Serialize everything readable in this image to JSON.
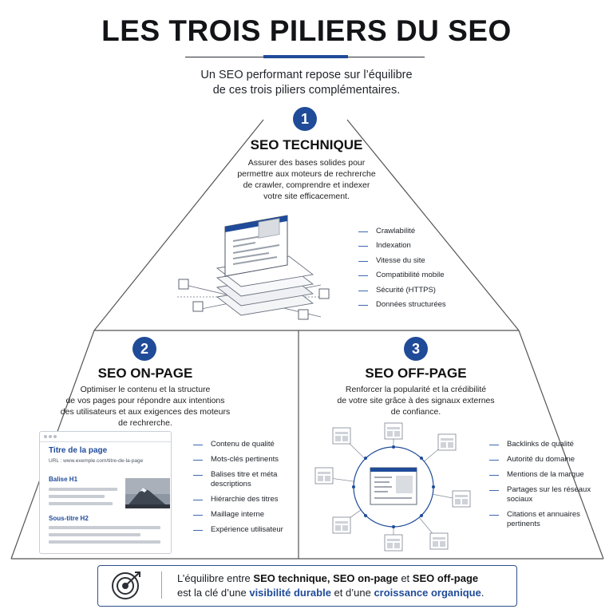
{
  "header": {
    "title": "LES TROIS PILIERS DU SEO",
    "subtitle_line1": "Un SEO performant repose sur l’équilibre",
    "subtitle_line2": "de ces trois piliers complémentaires."
  },
  "colors": {
    "accent": "#1f4b99",
    "text": "#1b1f24",
    "line": "#3d68b0"
  },
  "technique": {
    "number": "1",
    "title": "SEO TECHNIQUE",
    "desc_lines": [
      "Assurer des bases solides pour",
      "permettre aux moteurs de rechrerche",
      "de crawler, comprendre et indexer",
      "votre site efficacement."
    ],
    "items": [
      "Crawlabilité",
      "Indexation",
      "Vitesse du site",
      "Compatibilité mobile",
      "Sécurité (HTTPS)",
      "Données structurées"
    ]
  },
  "onpage": {
    "number": "2",
    "title": "SEO ON-PAGE",
    "desc_lines": [
      "Optimiser le contenu et la structure",
      "de vos pages pour répondre aux intentions",
      "des utilisateurs et aux exigences des moteurs",
      "de rechrerche."
    ],
    "items": [
      "Contenu de qualité",
      "Mots-clés pertinents",
      "Balises titre et méta descriptions",
      "Hiérarchie des titres",
      "Maillage interne",
      "Expérience utilisateur"
    ],
    "card": {
      "page_title": "Titre de la page",
      "url": "URL : www.exemple.com/titre-de-la-page",
      "h1": "Balise H1",
      "h2": "Sous-titre H2"
    }
  },
  "offpage": {
    "number": "3",
    "title": "SEO OFF-PAGE",
    "desc_lines": [
      "Renforcer la popularité et la crédibilité",
      "de votre site grâce à des signaux externes",
      "de confiance."
    ],
    "items": [
      "Backlinks de qualité",
      "Autorité du domaine",
      "Mentions de la marque",
      "Partages sur les réseaux sociaux",
      "Citations et annuaires pertinents"
    ]
  },
  "footer": {
    "t1": "L’équilibre entre ",
    "b1": "SEO technique, SEO on-page",
    "t2": " et ",
    "b2": "SEO off-page",
    "t3": "est la clé d’une ",
    "b3": "visibilité durable",
    "t4": " et d’une ",
    "b4": "croissance organique",
    "t5": "."
  }
}
